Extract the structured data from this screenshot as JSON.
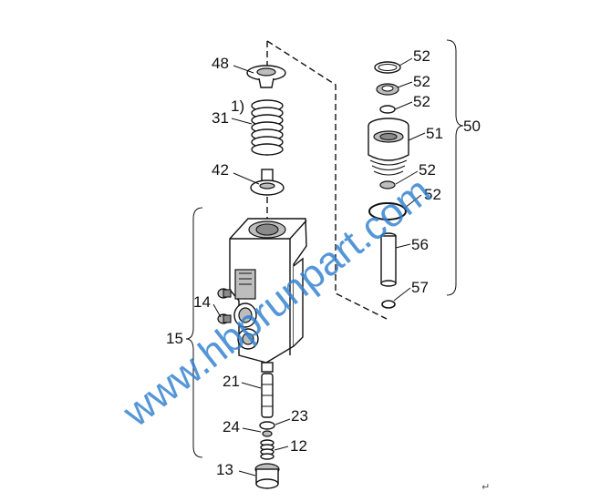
{
  "labels": {
    "p48": "48",
    "p31": "31",
    "p31_note": "1)",
    "p42": "42",
    "p14": "14",
    "p15": "15",
    "p21": "21",
    "p24": "24",
    "p23": "23",
    "p12": "12",
    "p13": "13",
    "p52a": "52",
    "p52b": "52",
    "p52c": "52",
    "p51": "51",
    "p50": "50",
    "p52d": "52",
    "p52e": "52",
    "p56": "56",
    "p57": "57"
  },
  "watermark": "www.hbprunpart.com",
  "corner_mark": "↵",
  "colors": {
    "watermark": "#2f7fd0",
    "line": "#111111"
  }
}
